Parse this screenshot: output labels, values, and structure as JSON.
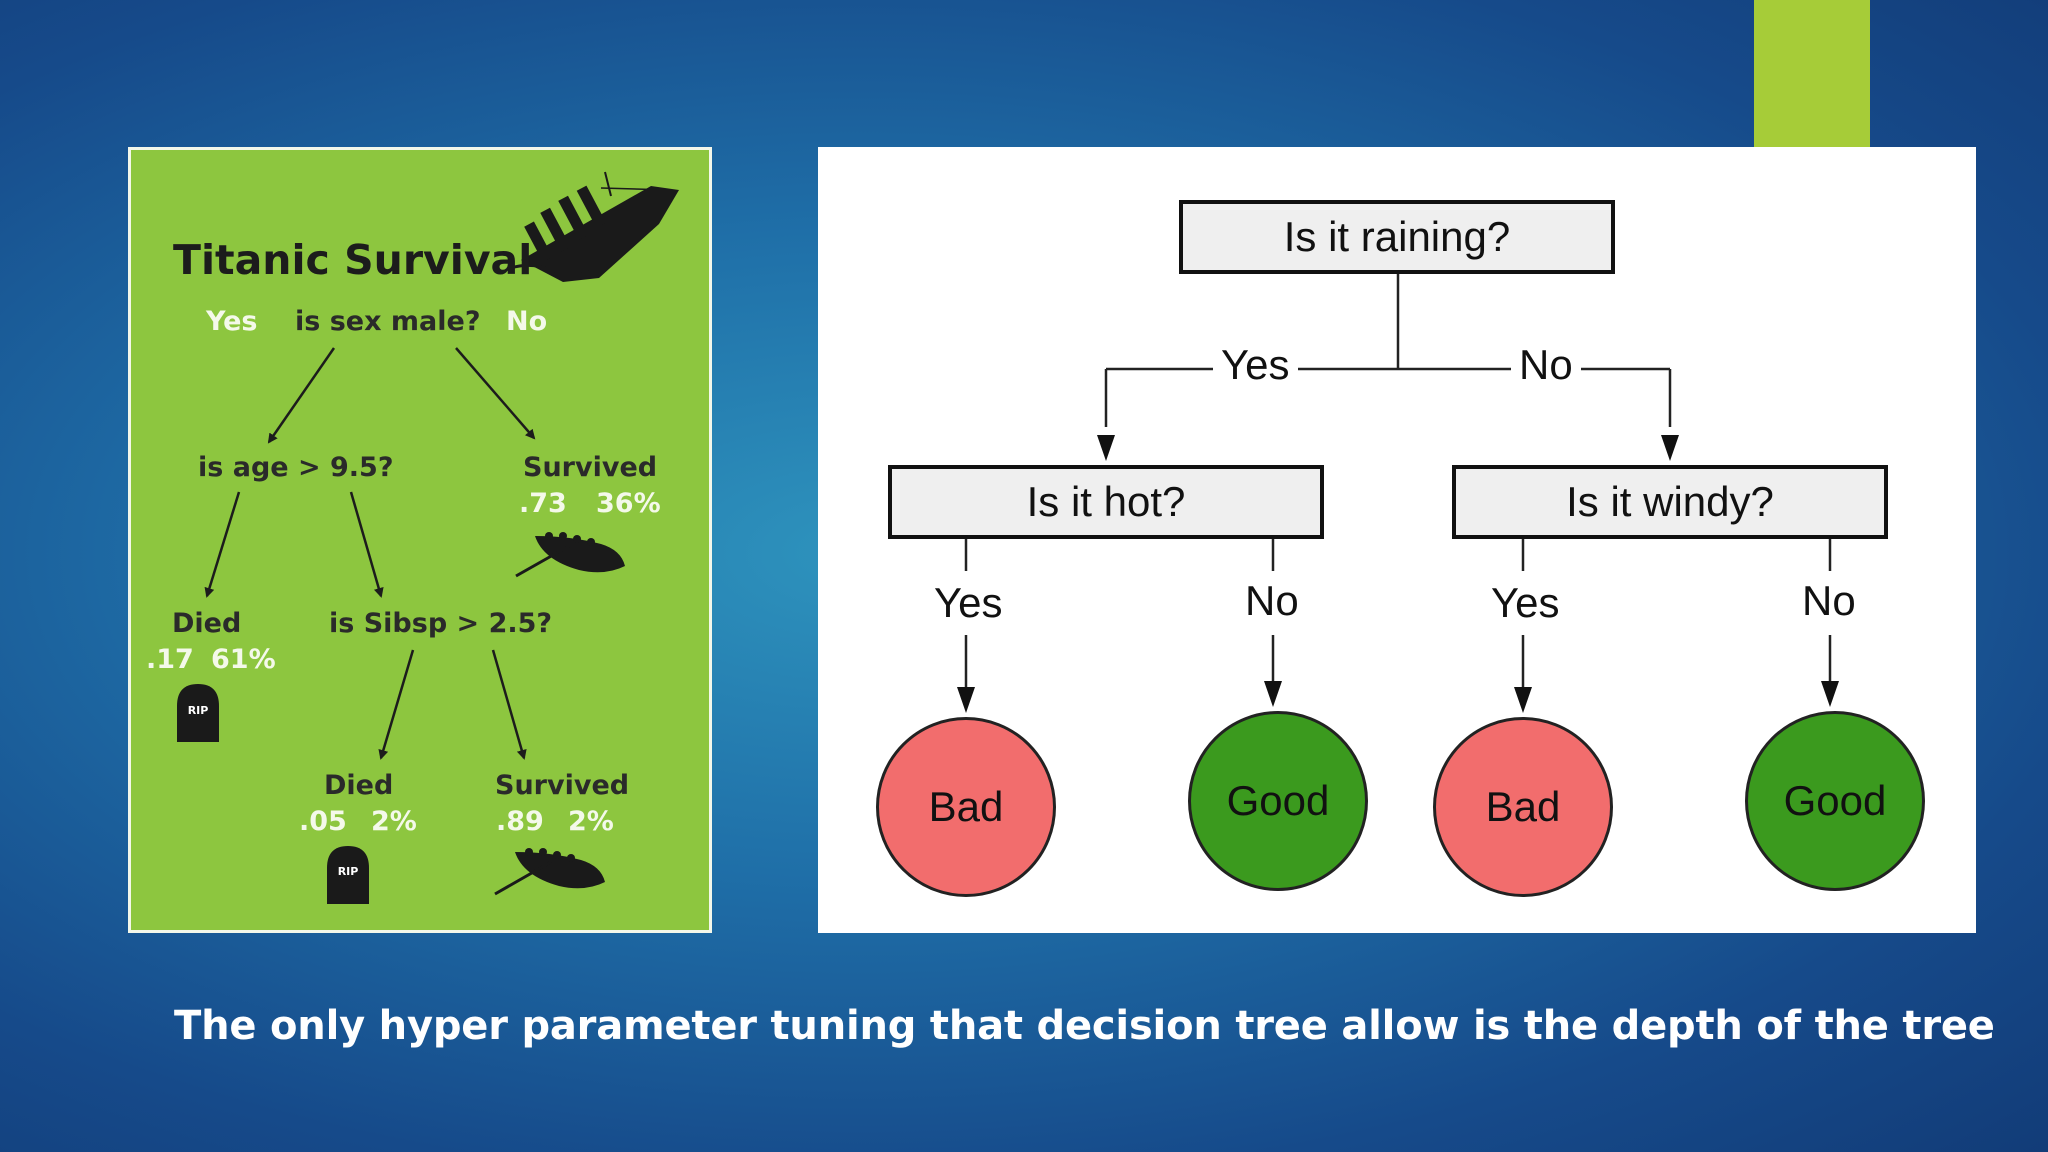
{
  "colors": {
    "accent_bar": "#a6cc38",
    "titanic_bg": "#8dc63f",
    "bad_leaf": "#f26d6d",
    "good_leaf": "#3b9a1e"
  },
  "titanic": {
    "title": "Titanic Survival",
    "root": {
      "yes_label": "Yes",
      "question": "is sex male?",
      "no_label": "No"
    },
    "age_node": {
      "question": "is age > 9.5?"
    },
    "survived_top": {
      "label": "Survived",
      "prob": ".73",
      "pct": "36%",
      "icon": "lifeboat-icon"
    },
    "died_left": {
      "label": "Died",
      "prob": ".17",
      "pct": "61%",
      "icon": "tombstone-icon",
      "stone_text": "RIP"
    },
    "sibsp_node": {
      "question": "is Sibsp > 2.5?"
    },
    "died_bottom": {
      "label": "Died",
      "prob": ".05",
      "pct": "2%",
      "icon": "tombstone-icon",
      "stone_text": "RIP"
    },
    "survived_bottom": {
      "label": "Survived",
      "prob": ".89",
      "pct": "2%",
      "icon": "lifeboat-icon"
    },
    "ship_icon": "sinking-ship-icon"
  },
  "weather_tree": {
    "root": "Is it raining?",
    "yes": "Yes",
    "no": "No",
    "left": {
      "question": "Is it hot?",
      "yes": "Yes",
      "no": "No",
      "yes_leaf": "Bad",
      "no_leaf": "Good"
    },
    "right": {
      "question": "Is it windy?",
      "yes": "Yes",
      "no": "No",
      "yes_leaf": "Bad",
      "no_leaf": "Good"
    }
  },
  "caption": "The only hyper parameter tuning that decision tree allow is the depth of the tree"
}
